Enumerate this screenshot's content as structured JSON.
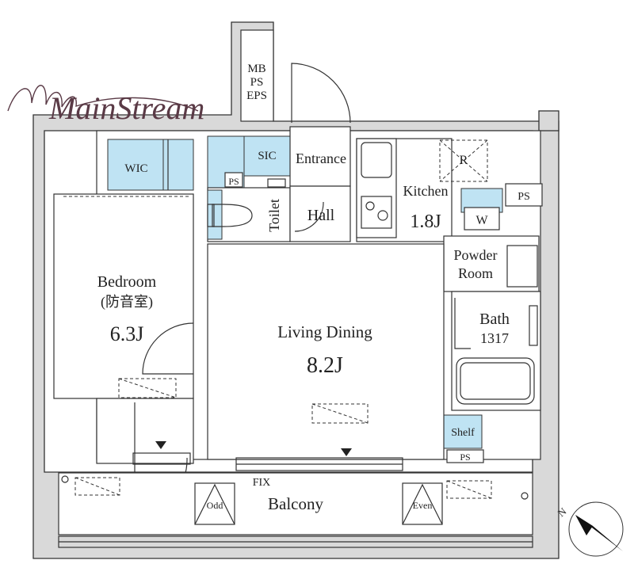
{
  "brand": {
    "logo_text": "MainStream",
    "color": "#5a3a46"
  },
  "colors": {
    "storage_fill": "#bfe3f3",
    "wall_fill": "#d9d9d9",
    "line": "#333333"
  },
  "rooms": {
    "wic": "WIC",
    "sic": "SIC",
    "entrance": "Entrance",
    "hall": "Hall",
    "toilet": "Toilet",
    "kitchen": "Kitchen",
    "kitchen_size": "1.8J",
    "refrigerator": "R",
    "washer": "W",
    "powder_line1": "Powder",
    "powder_line2": "Room",
    "bath": "Bath",
    "bath_size": "1317",
    "shelf": "Shelf",
    "bedroom": "Bedroom",
    "bedroom_sub": "(防音室)",
    "bedroom_size": "6.3J",
    "living": "Living Dining",
    "living_size": "8.2J",
    "balcony": "Balcony",
    "fix": "FIX",
    "odd": "Odd",
    "even": "Even"
  },
  "shafts": {
    "mb": "MB",
    "ps": "PS",
    "eps": "EPS"
  },
  "ps_labels": {
    "toilet_ps": "PS",
    "kitchen_ps": "PS",
    "bath_ps": "PS"
  },
  "compass": {
    "north": "N",
    "icon": "compass-arrow-icon"
  }
}
